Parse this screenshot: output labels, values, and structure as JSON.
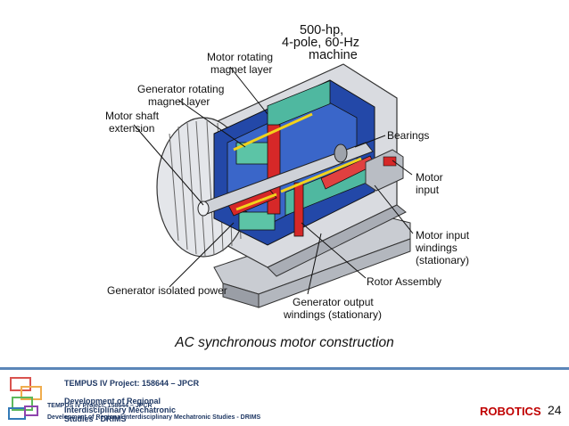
{
  "figure": {
    "labels": {
      "machine_line1": "500-hp,",
      "machine_line2": "4-pole, 60-Hz",
      "machine_line3": "machine",
      "motor_rotating_line1": "Motor rotating",
      "motor_rotating_line2": "magnet layer",
      "generator_rotating_line1": "Generator rotating",
      "generator_rotating_line2": "magnet layer",
      "motor_shaft_line1": "Motor shaft",
      "motor_shaft_line2": "extension",
      "bearings": "Bearings",
      "motor_input_line1": "Motor",
      "motor_input_line2": "input",
      "motor_windings_line1": "Motor input",
      "motor_windings_line2": "windings",
      "motor_windings_line3": "(stationary)",
      "rotor_assembly": "Rotor Assembly",
      "generator_isolated_power": "Generator isolated power",
      "generator_output_line1": "Generator output",
      "generator_output_line2": "windings (stationary)"
    }
  },
  "caption": "AC synchronous motor construction",
  "footer": {
    "project": "TEMPUS IV Project: 158644 – JPCR",
    "development": "Development of Regional Interdisciplinary Mechatronic Studies - DRIMS",
    "project_small": "TEMPUS IV Project: 158644 – JPCR",
    "development_small": "Development of Regional Interdisciplinary Mechatronic Studies - DRIMS",
    "course": "ROBOTICS",
    "page": "24"
  },
  "colors": {
    "accent_line": "#5b86b8",
    "course_red": "#c00000",
    "footer_text": "#1f3864"
  }
}
